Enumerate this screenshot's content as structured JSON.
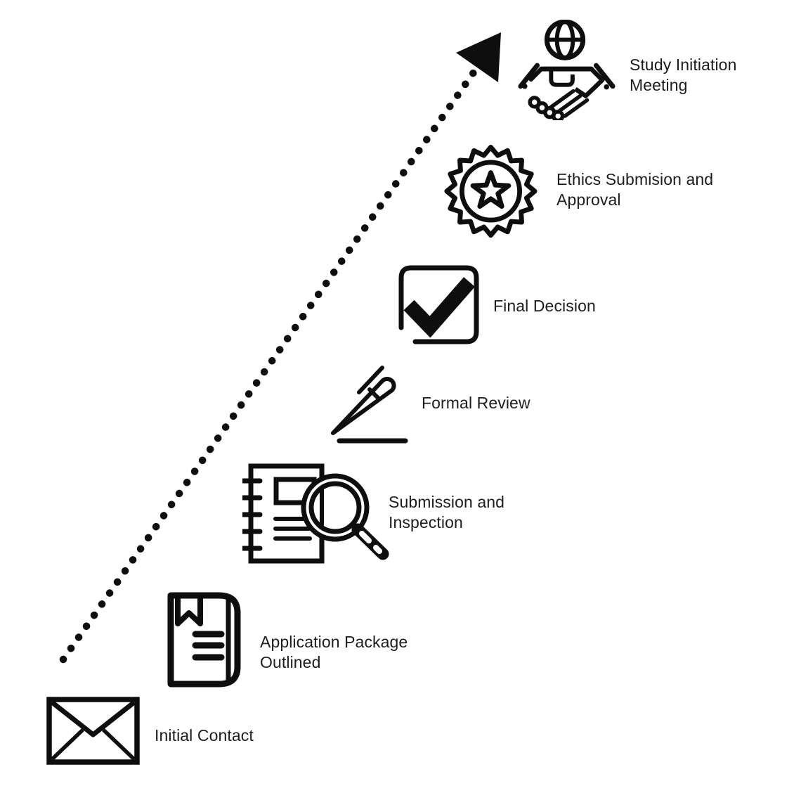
{
  "diagram": {
    "type": "process-flow",
    "direction": "bottom-left-to-top-right",
    "colors": {
      "ink": "#0e0e0e",
      "text": "#1d1d1d",
      "background": "#ffffff"
    },
    "steps": [
      {
        "order": 1,
        "icon": "envelope-icon",
        "label": "Initial Contact",
        "lines": [
          "Initial Contact"
        ]
      },
      {
        "order": 2,
        "icon": "book-icon",
        "label": "Application Package Outlined",
        "lines": [
          "Application Package",
          "Outlined"
        ]
      },
      {
        "order": 3,
        "icon": "notebook-magnifier-icon",
        "label": "Submission and Inspection",
        "lines": [
          "Submission and",
          "Inspection"
        ]
      },
      {
        "order": 4,
        "icon": "pen-icon",
        "label": "Formal Review",
        "lines": [
          "Formal Review"
        ]
      },
      {
        "order": 5,
        "icon": "checkbox-icon",
        "label": "Final Decision",
        "lines": [
          "Final Decision"
        ]
      },
      {
        "order": 6,
        "icon": "badge-star-icon",
        "label": "Ethics Submision and Approval",
        "lines": [
          "Ethics Submision and",
          "Approval"
        ]
      },
      {
        "order": 7,
        "icon": "globe-handshake-icon",
        "label": "Study Initiation Meeting",
        "lines": [
          "Study Initiation",
          "Meeting"
        ]
      }
    ]
  }
}
